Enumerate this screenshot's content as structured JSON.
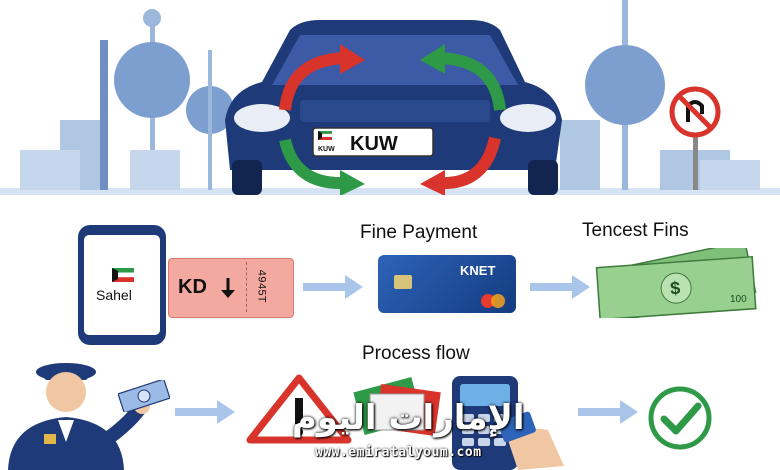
{
  "colors": {
    "skyline": "#b9cfe6",
    "car_body": "#1f3a78",
    "arrow_red": "#d9342b",
    "arrow_green": "#2e9a47",
    "ticket": "#f4a9a0",
    "card": "#1d4f9c",
    "money": "#8fc88a",
    "check": "#2e9a47",
    "warning": "#d9342b",
    "flow_arrow": "#a9c6ea"
  },
  "hero": {
    "plate_text": "KUW",
    "plate_small": "KUW"
  },
  "row1": {
    "phone_app": "Sahel",
    "ticket_amount": "KD",
    "ticket_number": "4945T",
    "card_title": "Fine Payment",
    "card_brand": "KNET",
    "money_title": "Tencest Fins",
    "money_value": "100"
  },
  "row2": {
    "title": "Process flow"
  },
  "watermark": {
    "arabic": "الإمارات اليوم",
    "url": "www.emiratalyoum.com"
  },
  "icons": [
    "kuwait-flag-icon",
    "down-arrow-icon",
    "no-u-turn-sign-icon",
    "warning-triangle-icon",
    "check-icon",
    "police-officer-icon",
    "card-terminal-icon"
  ]
}
